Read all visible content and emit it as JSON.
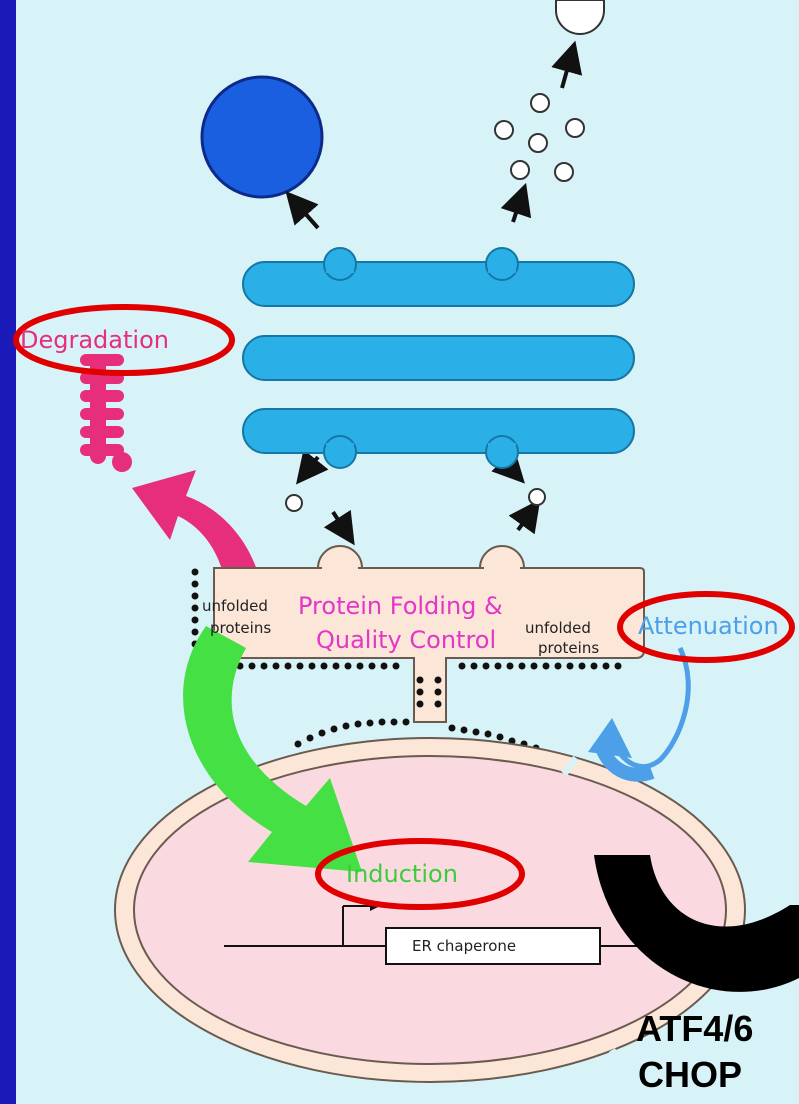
{
  "labels": {
    "degradation": "Degradation",
    "unfolded_left_1": "unfolded",
    "unfolded_left_2": "proteins",
    "pfqc_1": "Protein Folding &",
    "pfqc_2": "Quality Control",
    "unfolded_right_1": "unfolded",
    "unfolded_right_2": "proteins",
    "attenuation": "Attenuation",
    "induction": "Induction",
    "er_chaperone": "ER chaperone",
    "atf": "ATF4/6",
    "chop": "CHOP"
  },
  "colors": {
    "background": "#d8f3f8",
    "slide_border": "#1a1ab8",
    "golgi": "#2ab0e6",
    "er": "#fbe6d7",
    "nucleus": "#fbd9e0",
    "degradation": "#e62e7a",
    "induction": "#44e044",
    "attenuation": "#4d9fe8",
    "highlight_ring": "#e00000"
  }
}
